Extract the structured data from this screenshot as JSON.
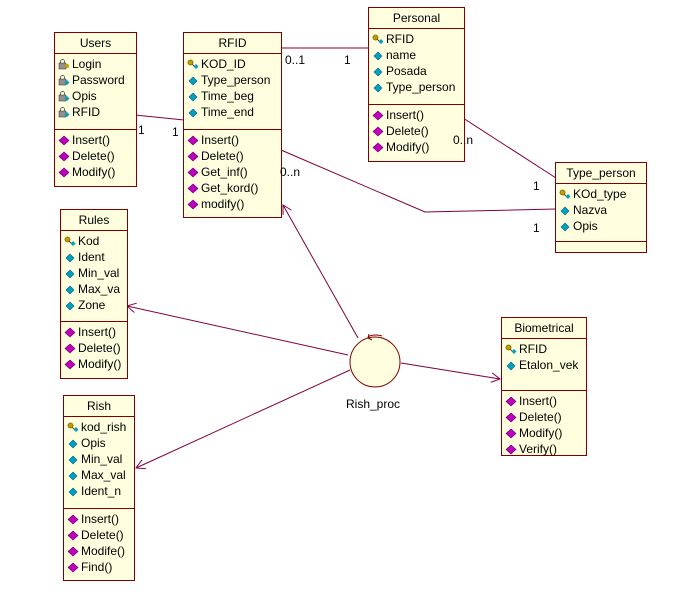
{
  "classes": {
    "users": {
      "name": "Users",
      "attrs": [
        {
          "icon": "lock-key-attribute-icon",
          "text": "Login"
        },
        {
          "icon": "lock-attribute-icon",
          "text": "Password"
        },
        {
          "icon": "lock-attribute-icon",
          "text": "Opis"
        },
        {
          "icon": "lock-attribute-icon",
          "text": "RFID"
        }
      ],
      "ops": [
        "Insert()",
        "Delete()",
        "Modify()"
      ]
    },
    "rfid": {
      "name": "RFID",
      "attrs": [
        {
          "icon": "key-attribute-icon",
          "text": "KOD_ID"
        },
        {
          "icon": "attribute-icon",
          "text": "Type_person"
        },
        {
          "icon": "attribute-icon",
          "text": "Time_beg"
        },
        {
          "icon": "attribute-icon",
          "text": "Time_end"
        }
      ],
      "ops": [
        "Insert()",
        "Delete()",
        "Get_inf()",
        "Get_kord()",
        "modify()"
      ]
    },
    "personal": {
      "name": "Personal",
      "attrs": [
        {
          "icon": "key-attribute-icon",
          "text": "RFID"
        },
        {
          "icon": "attribute-icon",
          "text": "name"
        },
        {
          "icon": "attribute-icon",
          "text": "Posada"
        },
        {
          "icon": "attribute-icon",
          "text": "Type_person"
        }
      ],
      "ops": [
        "Insert()",
        "Delete()",
        "Modify()"
      ]
    },
    "type_person": {
      "name": "Type_person",
      "attrs": [
        {
          "icon": "key-attribute-icon",
          "text": "KOd_type"
        },
        {
          "icon": "attribute-icon",
          "text": "Nazva"
        },
        {
          "icon": "attribute-icon",
          "text": "Opis"
        }
      ],
      "ops": []
    },
    "rules": {
      "name": "Rules",
      "attrs": [
        {
          "icon": "key-attribute-icon",
          "text": "Kod"
        },
        {
          "icon": "attribute-icon",
          "text": "Ident"
        },
        {
          "icon": "attribute-icon",
          "text": "Min_val"
        },
        {
          "icon": "attribute-icon",
          "text": "Max_va"
        },
        {
          "icon": "attribute-icon",
          "text": "Zone"
        }
      ],
      "ops": [
        "Insert()",
        "Delete()",
        "Modify()"
      ]
    },
    "biometrical": {
      "name": "Biometrical",
      "attrs": [
        {
          "icon": "key-attribute-icon",
          "text": "RFID"
        },
        {
          "icon": "attribute-icon",
          "text": "Etalon_vek"
        }
      ],
      "ops": [
        "Insert()",
        "Delete()",
        "Modify()",
        "Verify()"
      ]
    },
    "rish": {
      "name": "Rish",
      "attrs": [
        {
          "icon": "key-attribute-icon",
          "text": "kod_rish"
        },
        {
          "icon": "attribute-icon",
          "text": "Opis"
        },
        {
          "icon": "attribute-icon",
          "text": "Min_val"
        },
        {
          "icon": "attribute-icon",
          "text": "Max_val"
        },
        {
          "icon": "attribute-icon",
          "text": "Ident_n"
        }
      ],
      "ops": [
        "Insert()",
        "Delete()",
        "Modife()",
        "Find()"
      ]
    }
  },
  "multiplicities": {
    "users_rfid_a": "1",
    "users_rfid_b": "1",
    "rfid_personal_a": "0..1",
    "rfid_personal_b": "1",
    "personal_type": "0..n",
    "type_personal": "1",
    "rfid_type": "0..n",
    "type_rfid": "1"
  },
  "control": {
    "name": "Rish_proc"
  },
  "colors": {
    "fill": "#ffffe0",
    "border": "#800000",
    "line": "#800040",
    "attribute": "#00a0c0",
    "operation": "#c000c0",
    "key": "#c0a000"
  }
}
